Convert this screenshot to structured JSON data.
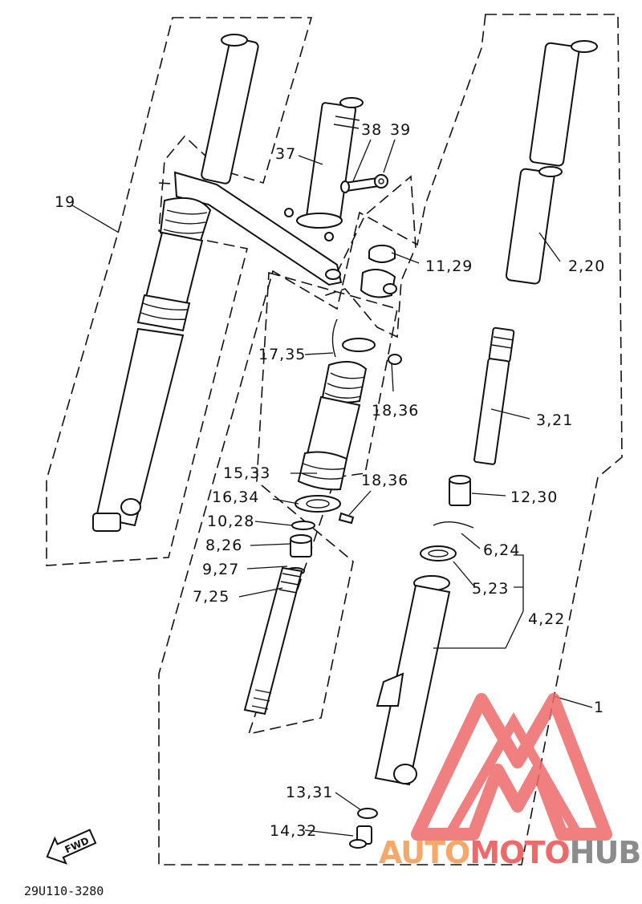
{
  "labels": {
    "l19": "19",
    "l37": "37",
    "l38": "38",
    "l39": "39",
    "l11_29": "11,29",
    "l2_20": "2,20",
    "l17_35": "17,35",
    "l18_36a": "18,36",
    "l3_21": "3,21",
    "l15_33": "15,33",
    "l18_36b": "18,36",
    "l16_34": "16,34",
    "l12_30": "12,30",
    "l10_28": "10,28",
    "l8_26": "8,26",
    "l6_24": "6,24",
    "l9_27": "9,27",
    "l5_23": "5,23",
    "l7_25": "7,25",
    "l4_22": "4,22",
    "l1": "1",
    "l13_31": "13,31",
    "l14_32": "14,32"
  },
  "fwd_arrow": "FWD",
  "diagram_code": "29U110-3280",
  "watermark": {
    "auto": "AUTO",
    "moto": "MOTO",
    "hub": "HUB",
    "color_orange": "#f5a86a",
    "color_red": "#ee6a6a",
    "color_gray": "#8c8c8c"
  }
}
